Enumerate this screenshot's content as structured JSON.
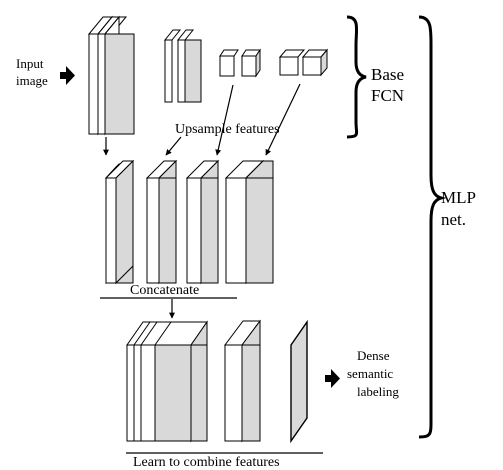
{
  "labels": {
    "input_image_line1": "Input",
    "input_image_line2": "image",
    "upsample_features": "Upsample features",
    "base_fcn_line1": "Base",
    "base_fcn_line2": "FCN",
    "mlp_net_line1": "MLP",
    "mlp_net_line2": "net.",
    "concatenate": "Concatenate",
    "dense_line1": "Dense",
    "dense_line2": "semantic",
    "dense_line3": "labeling",
    "learn_to_combine": "Learn to combine features"
  },
  "colors": {
    "face_front": "#ffffff",
    "face_side": "#d9d9d9",
    "stroke": "#000000"
  }
}
